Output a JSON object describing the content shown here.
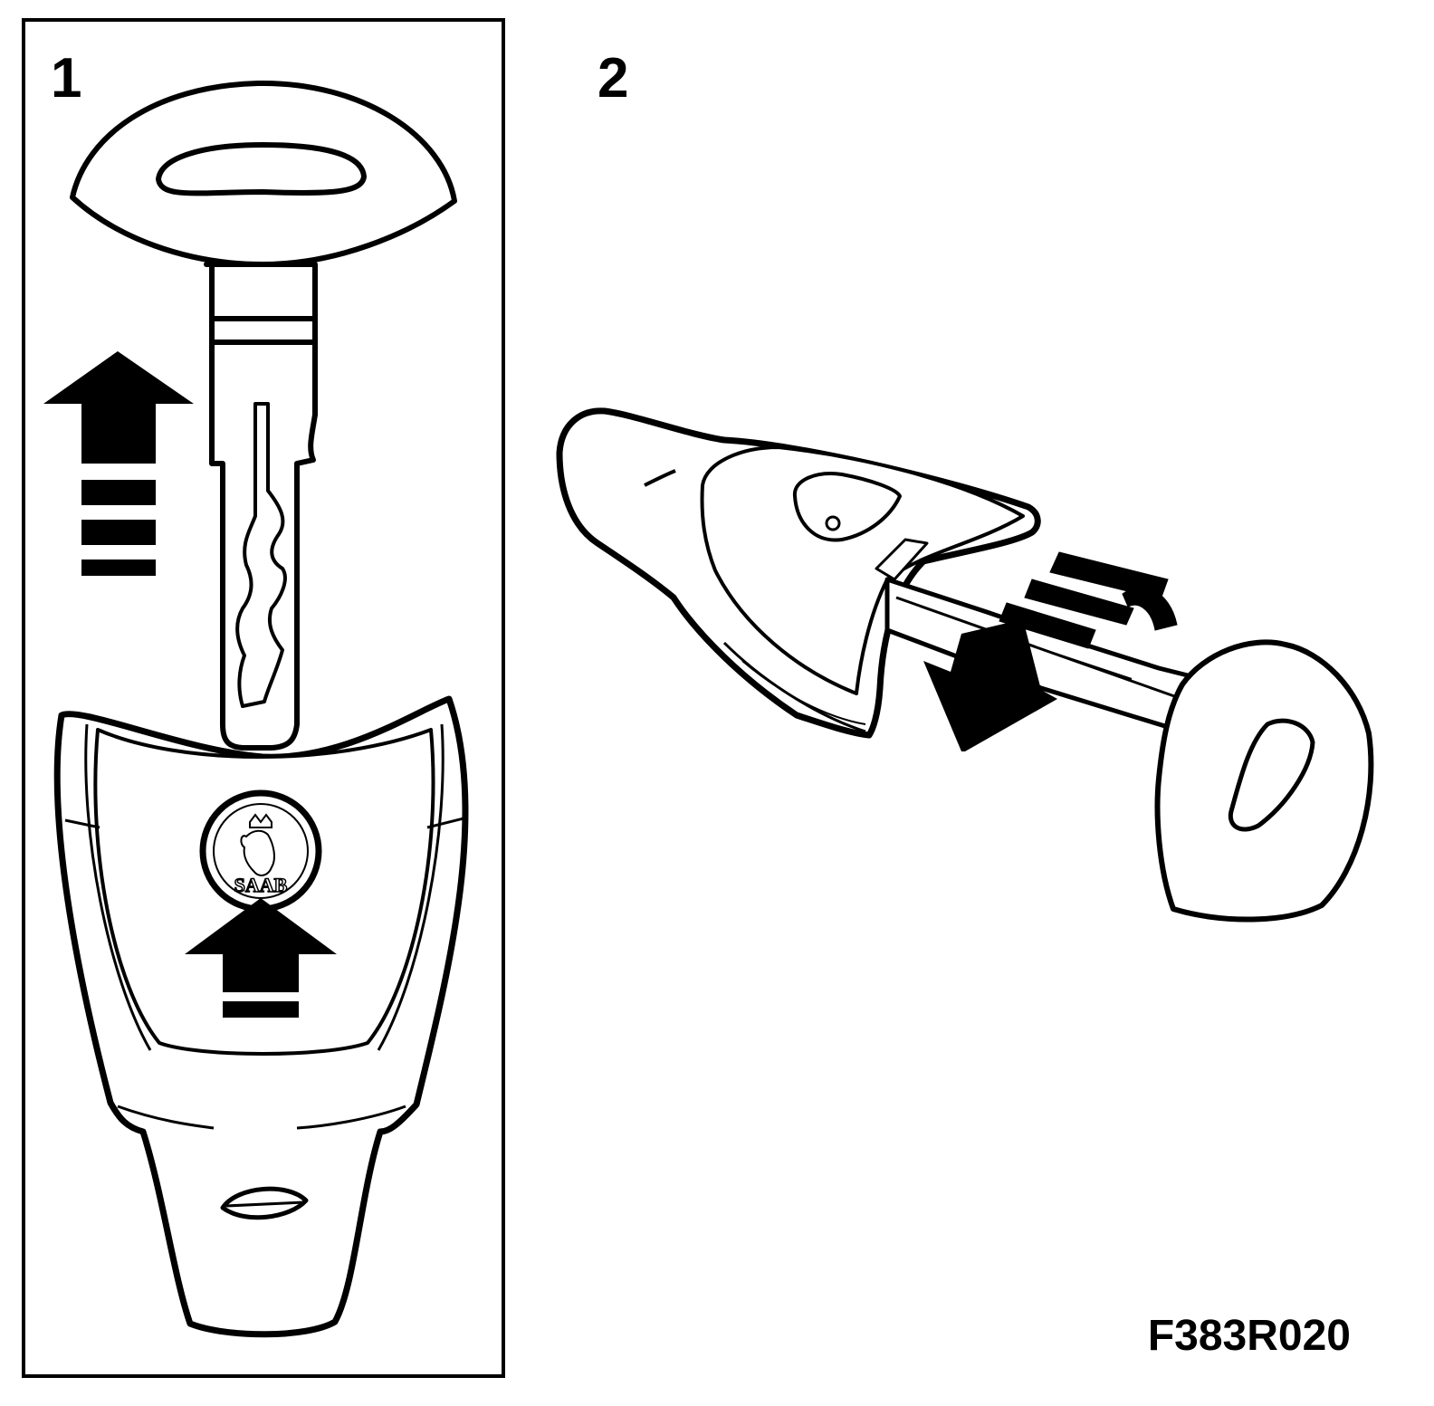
{
  "steps": [
    {
      "number": "1"
    },
    {
      "number": "2"
    }
  ],
  "figure_code": "F383R020",
  "logo_text": "SAAB",
  "icons": {
    "key": "key-icon",
    "key_fob": "key-fob-icon",
    "arrow_up": "arrow-up-icon",
    "arrow_diagonal": "arrow-down-right-icon",
    "brand_logo": "saab-griffin-logo"
  },
  "colors": {
    "line": "#000000",
    "background": "#ffffff",
    "arrow_fill": "#000000"
  }
}
